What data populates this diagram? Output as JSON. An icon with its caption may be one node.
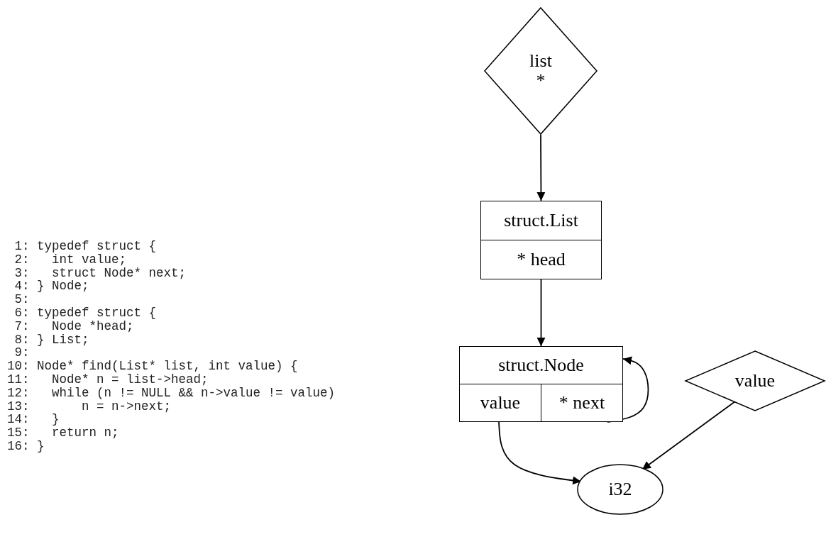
{
  "diagram": {
    "nodes": [
      {
        "text": [
          "list",
          "*"
        ]
      },
      {
        "text": [
          "struct.List",
          "* head"
        ]
      },
      {
        "text": [
          "struct.Node",
          "value",
          "* next"
        ]
      },
      {
        "text": [
          "value"
        ]
      },
      {
        "text": [
          "i32"
        ]
      }
    ],
    "edges": [
      {
        "from": 0,
        "to": 1,
        "arrow": "to"
      },
      {
        "from": 1,
        "to": 2,
        "arrow": "to"
      },
      {
        "from": 2,
        "to": 2,
        "arrow": "to"
      },
      {
        "from": 2,
        "to": 4,
        "arrow": "to"
      },
      {
        "from": 3,
        "to": 4,
        "arrow": "to"
      }
    ],
    "labels": [
      "1: typedef struct {",
      "2:   int value;",
      "3:   struct Node* next;",
      "4: } Node;",
      "5:",
      "6: typedef struct {",
      "7:   Node *head;",
      "8: } List;",
      "9:",
      "10: Node* find(List* list, int value) {",
      "11:   Node* n = list->head;",
      "12:   while (n != NULL && n->value != value)",
      "13:       n = n->next;",
      "14:   }",
      "15:   return n;",
      "16: }"
    ]
  }
}
